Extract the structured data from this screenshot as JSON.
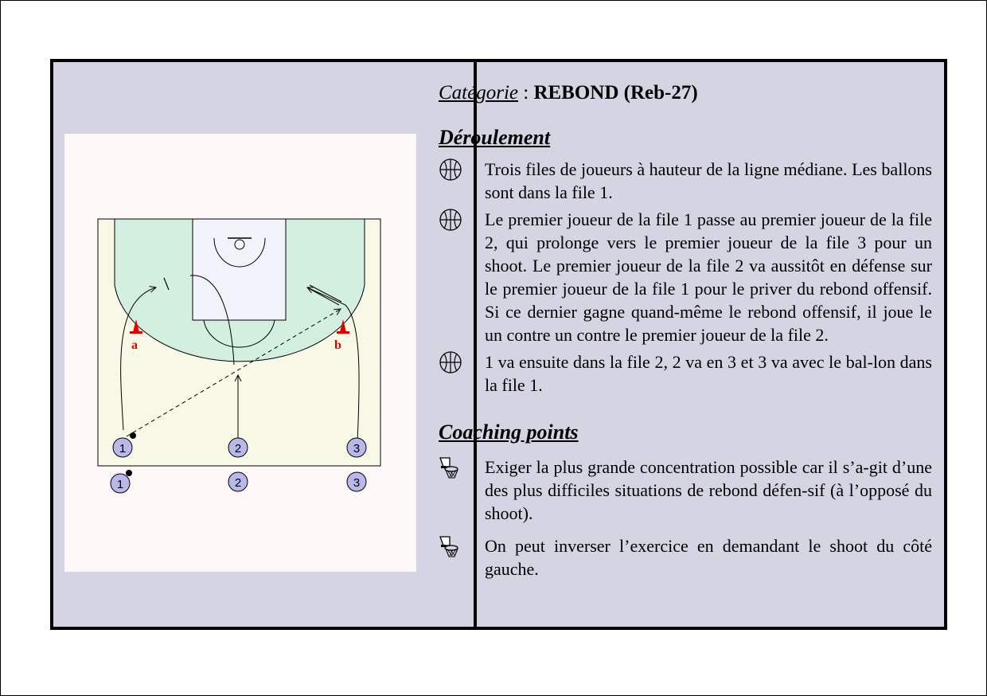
{
  "header": {
    "category_label": "Catégorie",
    "category_separator": " : ",
    "category_value": "REBOND (Reb-27)"
  },
  "deroulement": {
    "title": "Déroulement",
    "bullet_icon": "basketball-icon",
    "items": [
      "Trois files de joueurs à hauteur de la ligne médiane. Les ballons sont dans la file 1.",
      "Le premier joueur de la file 1 passe au premier joueur de la file 2, qui prolonge vers le premier joueur de la file 3 pour un shoot. Le premier joueur de la file 2 va aussitôt en défense sur le premier joueur de la file 1 pour le priver du rebond offensif. Si ce dernier gagne quand-même le rebond offensif, il joue le un contre un contre le premier joueur de la file 2.",
      "1 va ensuite dans la file 2, 2 va en 3 et 3 va avec le bal-lon dans la file 1."
    ]
  },
  "coaching": {
    "title": "Coaching points",
    "bullet_icon": "basket-hoop-icon",
    "items": [
      "Exiger la plus grande concentration possible car il s’a-git d’une des plus difficiles situations de rebond défen-sif (à l’opposé du shoot).",
      "On peut inverser l’exercice en demandant le shoot du côté gauche."
    ]
  },
  "diagram": {
    "cone_labels": [
      "a",
      "b"
    ],
    "players": [
      "1",
      "2",
      "3",
      "1",
      "2",
      "3"
    ],
    "colors": {
      "court_fill": "#f8f8e6",
      "paint_area": "#d2efe0",
      "key_fill": "#f2f2fa",
      "player_fill": "#b8b8ea",
      "cone": "#e00000",
      "card_background": "#d4d4e2"
    }
  }
}
